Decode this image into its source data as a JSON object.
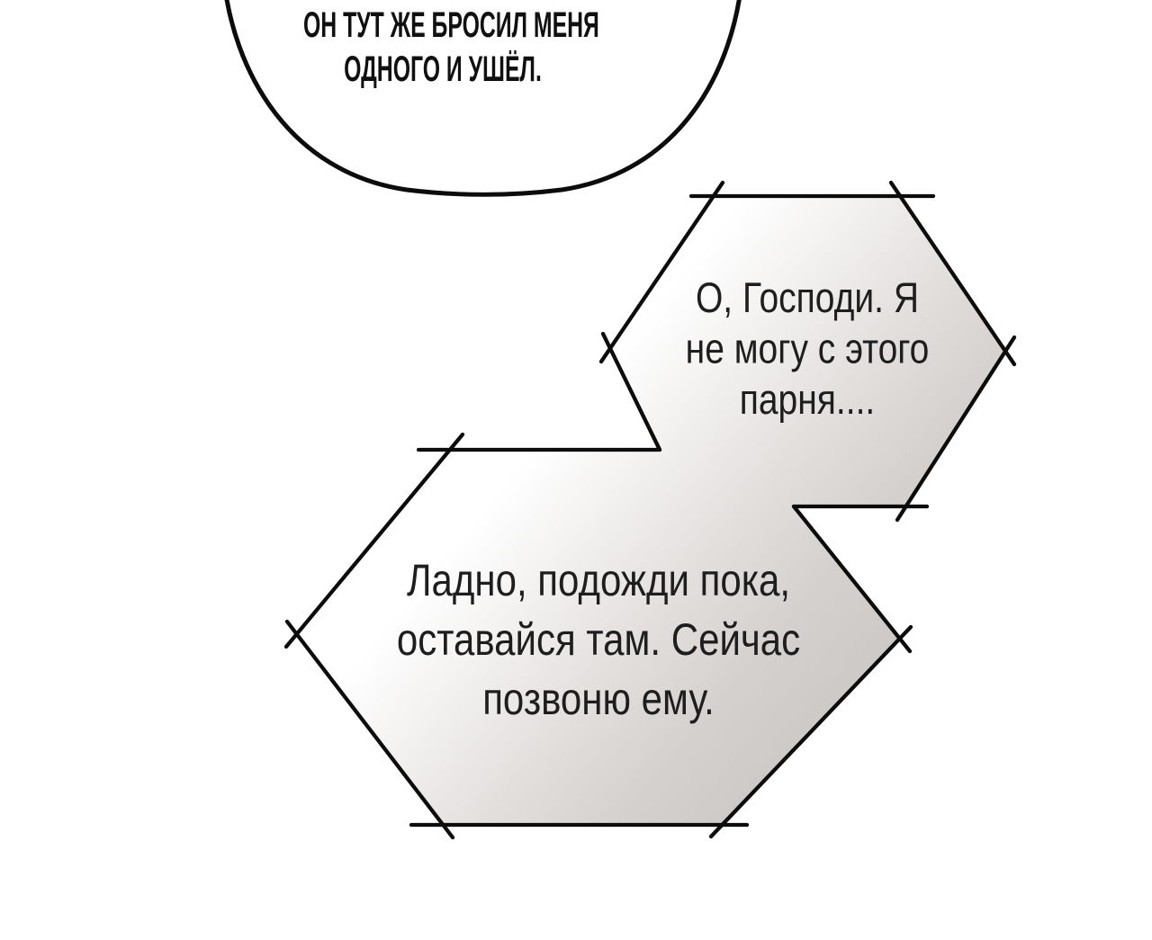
{
  "panel": {
    "background": "#ffffff"
  },
  "colors": {
    "outline": "#0c0c0c",
    "narrator_text": "#101010",
    "phone_text": "#1e1e1e",
    "bubble_fill": "#ffffff",
    "shade_white": "#ffffff",
    "shade_light": "#efedec",
    "shade_mid": "#e0ddda",
    "shade_deep": "#d4d0ce",
    "shade_dark": "#c9c5c3"
  },
  "bubbles": {
    "narrator": {
      "kind": "rounded-bubble",
      "lines": [
        "ОН ТУТ ЖЕ БРОСИЛ МЕНЯ",
        "ОДНОГО И УШЁЛ."
      ]
    },
    "phone_top": {
      "kind": "hex-phone-bubble",
      "lines": [
        "О, Господи. Я",
        "не могу с этого",
        "парня...."
      ]
    },
    "phone_bottom": {
      "kind": "hex-phone-bubble",
      "lines": [
        "Ладно, подожди пока,",
        "оставайся там. Сейчас",
        "позвоню ему."
      ]
    }
  }
}
